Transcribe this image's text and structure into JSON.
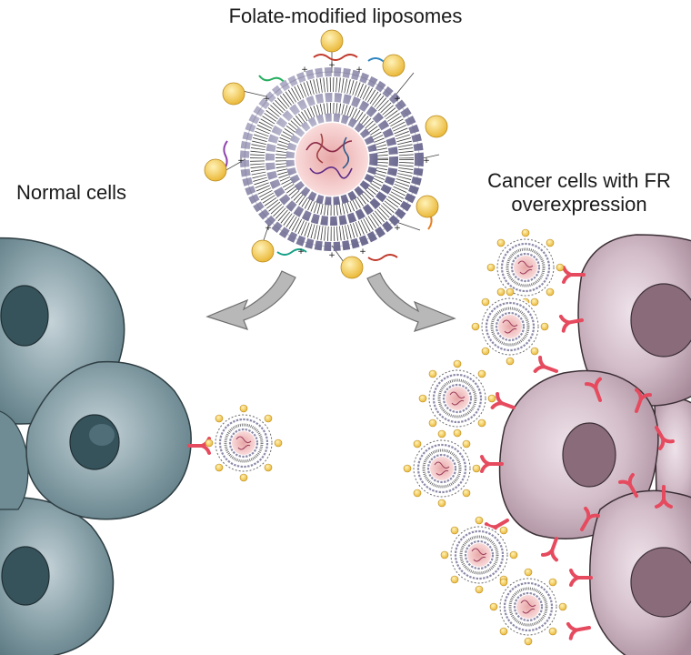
{
  "figure": {
    "title": "Folate-modified liposomes",
    "normal_label": "Normal cells",
    "cancer_label_line1": "Cancer cells with FR",
    "cancer_label_line2": "overexpression"
  },
  "colors": {
    "normal_cell": "#5d7a83",
    "normal_cell_light": "#c5d3d8",
    "normal_nucleus": "#36535c",
    "cancer_cell": "#b9a0ad",
    "cancer_cell_light": "#efe3ea",
    "cancer_nucleus": "#8a6b7a",
    "receptor": "#e64a5e",
    "folate": "#f2c74a",
    "lipid_head": "#9b98b8",
    "liposome_core": "#f2b9b9",
    "arrow": "#b7b7b7"
  },
  "icons": [
    "liposome-icon",
    "folate-receptor-icon",
    "arrow-icon",
    "cell-icon"
  ]
}
